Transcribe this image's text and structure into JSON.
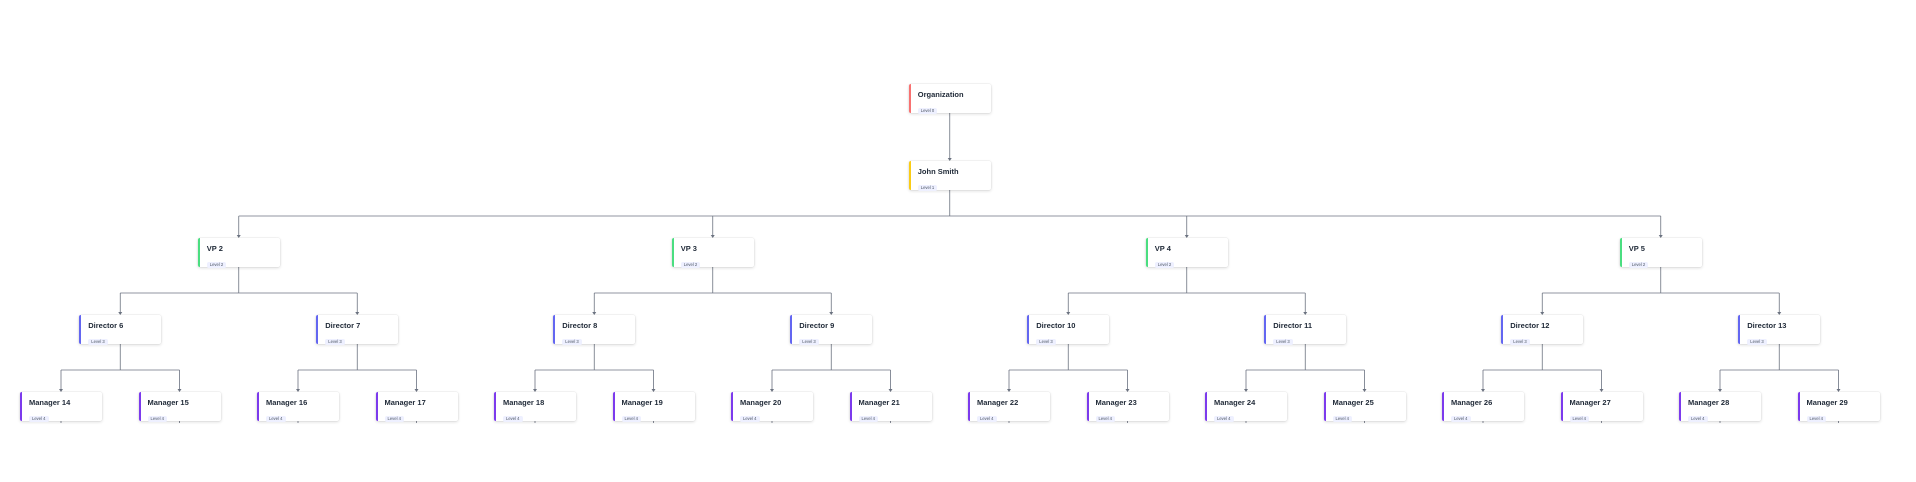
{
  "colors": {
    "level0": "#f87171",
    "level1": "#facc15",
    "level2": "#4ade80",
    "level3": "#6366f1",
    "level4": "#7c3aed",
    "edge": "#6b7280"
  },
  "nodes": [
    {
      "id": "org",
      "name": "Organization",
      "level_label": "Level 0",
      "level": 0,
      "parent": null
    },
    {
      "id": "n1",
      "name": "John Smith",
      "level_label": "Level 1",
      "level": 1,
      "parent": "org"
    },
    {
      "id": "v2",
      "name": "VP 2",
      "level_label": "Level 2",
      "level": 2,
      "parent": "n1"
    },
    {
      "id": "v3",
      "name": "VP 3",
      "level_label": "Level 2",
      "level": 2,
      "parent": "n1"
    },
    {
      "id": "v4",
      "name": "VP 4",
      "level_label": "Level 2",
      "level": 2,
      "parent": "n1"
    },
    {
      "id": "v5",
      "name": "VP 5",
      "level_label": "Level 2",
      "level": 2,
      "parent": "n1"
    },
    {
      "id": "d6",
      "name": "Director 6",
      "level_label": "Level 3",
      "level": 3,
      "parent": "v2"
    },
    {
      "id": "d7",
      "name": "Director 7",
      "level_label": "Level 3",
      "level": 3,
      "parent": "v2"
    },
    {
      "id": "d8",
      "name": "Director 8",
      "level_label": "Level 3",
      "level": 3,
      "parent": "v3"
    },
    {
      "id": "d9",
      "name": "Director 9",
      "level_label": "Level 3",
      "level": 3,
      "parent": "v3"
    },
    {
      "id": "d10",
      "name": "Director 10",
      "level_label": "Level 3",
      "level": 3,
      "parent": "v4"
    },
    {
      "id": "d11",
      "name": "Director 11",
      "level_label": "Level 3",
      "level": 3,
      "parent": "v4"
    },
    {
      "id": "d12",
      "name": "Director 12",
      "level_label": "Level 3",
      "level": 3,
      "parent": "v5"
    },
    {
      "id": "d13",
      "name": "Director 13",
      "level_label": "Level 3",
      "level": 3,
      "parent": "v5"
    },
    {
      "id": "m14",
      "name": "Manager 14",
      "level_label": "Level 4",
      "level": 4,
      "parent": "d6"
    },
    {
      "id": "m15",
      "name": "Manager 15",
      "level_label": "Level 4",
      "level": 4,
      "parent": "d6"
    },
    {
      "id": "m16",
      "name": "Manager 16",
      "level_label": "Level 4",
      "level": 4,
      "parent": "d7"
    },
    {
      "id": "m17",
      "name": "Manager 17",
      "level_label": "Level 4",
      "level": 4,
      "parent": "d7"
    },
    {
      "id": "m18",
      "name": "Manager 18",
      "level_label": "Level 4",
      "level": 4,
      "parent": "d8"
    },
    {
      "id": "m19",
      "name": "Manager 19",
      "level_label": "Level 4",
      "level": 4,
      "parent": "d8"
    },
    {
      "id": "m20",
      "name": "Manager 20",
      "level_label": "Level 4",
      "level": 4,
      "parent": "d9"
    },
    {
      "id": "m21",
      "name": "Manager 21",
      "level_label": "Level 4",
      "level": 4,
      "parent": "d9"
    },
    {
      "id": "m22",
      "name": "Manager 22",
      "level_label": "Level 4",
      "level": 4,
      "parent": "d10"
    },
    {
      "id": "m23",
      "name": "Manager 23",
      "level_label": "Level 4",
      "level": 4,
      "parent": "d10"
    },
    {
      "id": "m24",
      "name": "Manager 24",
      "level_label": "Level 4",
      "level": 4,
      "parent": "d11"
    },
    {
      "id": "m25",
      "name": "Manager 25",
      "level_label": "Level 4",
      "level": 4,
      "parent": "d11"
    },
    {
      "id": "m26",
      "name": "Manager 26",
      "level_label": "Level 4",
      "level": 4,
      "parent": "d12"
    },
    {
      "id": "m27",
      "name": "Manager 27",
      "level_label": "Level 4",
      "level": 4,
      "parent": "d12"
    },
    {
      "id": "m28",
      "name": "Manager 28",
      "level_label": "Level 4",
      "level": 4,
      "parent": "d13"
    },
    {
      "id": "m29",
      "name": "Manager 29",
      "level_label": "Level 4",
      "level": 4,
      "parent": "d13"
    }
  ]
}
